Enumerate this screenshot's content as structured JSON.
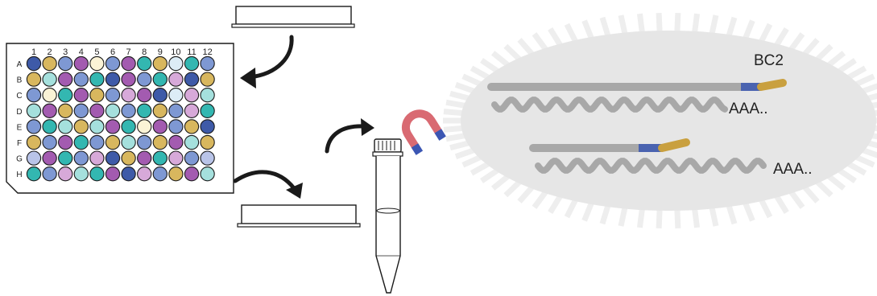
{
  "colors": {
    "outline": "#1a1a1a",
    "arrow": "#1a1a1a",
    "cell_fill": "#e6e6e6",
    "cell_spikes": "#eeeeee",
    "strand": "#a8a8a8",
    "barcode_blue": "#4a63b0",
    "barcode_gold": "#c9a03f",
    "magnet_body": "#d96a72",
    "magnet_tips": "#3b56b3"
  },
  "well_palette": {
    "N": "#3e5aa8",
    "B": "#7e98d3",
    "L": "#b9c4e8",
    "P": "#a35bb0",
    "K": "#d7a9d9",
    "Y": "#d8b75e",
    "C": "#fbf3d6",
    "T": "#33b7b1",
    "Q": "#a5e0dd",
    "W": "#dcecf6"
  },
  "plate": {
    "columns": [
      "1",
      "2",
      "3",
      "4",
      "5",
      "6",
      "7",
      "8",
      "9",
      "10",
      "11",
      "12"
    ],
    "rows": [
      "A",
      "B",
      "C",
      "D",
      "E",
      "F",
      "G",
      "H"
    ],
    "wells": [
      "NYBPCBPTYWTB",
      "YQPBTNPBTKNY",
      "BCTPYBKPNWKQ",
      "QPYBPQBTYBKT",
      "BTQYQPTCPBYN",
      "YBPTBYQBYPQY",
      "LPTBKNYPTKBL",
      "TBKQTPNKBYPQ"
    ]
  },
  "cell": {
    "barcode_label": "BC2",
    "polya_label_1": "AAA..",
    "polya_label_2": "AAA.."
  },
  "icons": [
    "magnet-icon",
    "tube-icon",
    "curved-arrow-icon",
    "plate-lid-icon"
  ]
}
